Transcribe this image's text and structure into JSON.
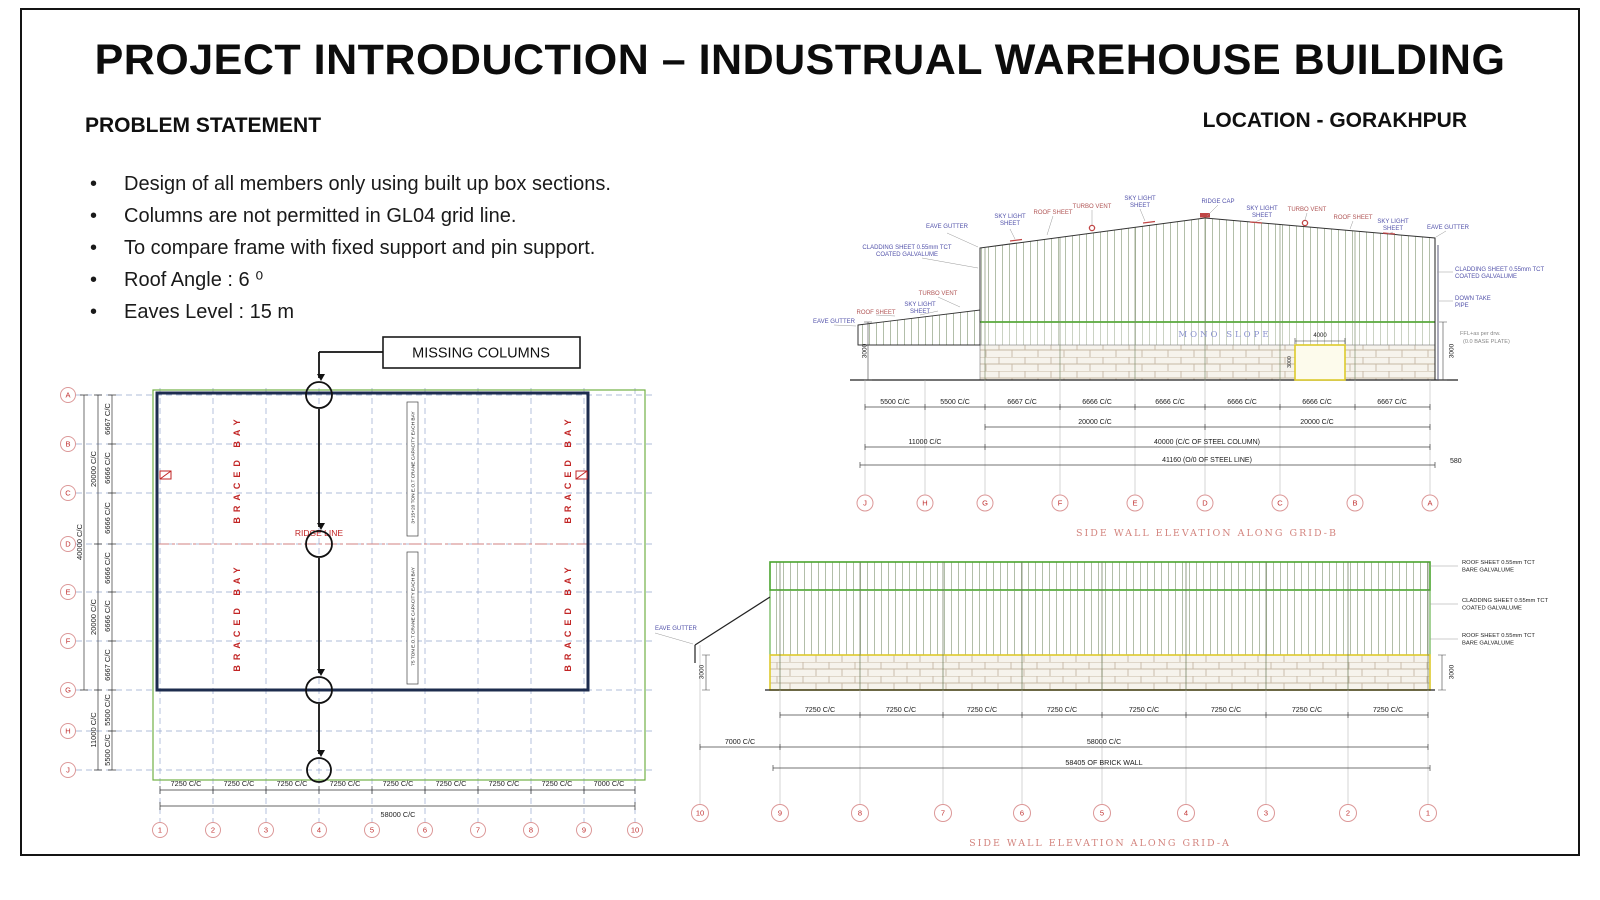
{
  "slide": {
    "title": "PROJECT INTRODUCTION – INDUSTRUAL WAREHOUSE BUILDING",
    "problem_heading": "PROBLEM STATEMENT",
    "location": "LOCATION - GORAKHPUR",
    "bullets": [
      "Design of all members only using built up box sections.",
      "Columns are not permitted in GL04 grid line.",
      "To compare frame with fixed support and pin support.",
      "Roof Angle : 6 ⁰",
      "Eaves Level : 15 m"
    ],
    "missing_columns": "MISSING COLUMNS"
  },
  "plan": {
    "rows": [
      "A",
      "B",
      "C",
      "D",
      "E",
      "F",
      "G",
      "H",
      "J"
    ],
    "cols": [
      "1",
      "2",
      "3",
      "4",
      "5",
      "6",
      "7",
      "8",
      "9",
      "10"
    ],
    "row_dims": [
      "6667 C/C",
      "6666 C/C",
      "6666 C/C",
      "6666 C/C",
      "6666 C/C",
      "6667 C/C",
      "5500 C/C",
      "5500 C/C"
    ],
    "dim_20000_a": "20000 C/C",
    "dim_20000_b": "20000 C/C",
    "dim_40000": "40000 C/C",
    "dim_11000": "11000 C/C",
    "col_dims": [
      "7250 C/C",
      "7250 C/C",
      "7250 C/C",
      "7250 C/C",
      "7250 C/C",
      "7250 C/C",
      "7250 C/C",
      "7250 C/C",
      "7000 C/C"
    ],
    "dim_total": "58000 C/C",
    "braced_bay": "BRACED BAY",
    "ridge_line": "RIDGE LINE",
    "crane_top": "3+15+20 TON E.O.T CRANE CAPACITY EACH BAY",
    "crane_bottom": "75 TON E.O.T CRANE CAPACITY EACH BAY"
  },
  "elev_b": {
    "caption": "SIDE WALL ELEVATION ALONG GRID-B",
    "grids": [
      "J",
      "H",
      "G",
      "F",
      "E",
      "D",
      "C",
      "B",
      "A"
    ],
    "span_dims": [
      "5500 C/C",
      "5500 C/C",
      "6667 C/C",
      "6666 C/C",
      "6666 C/C",
      "6666 C/C",
      "6666 C/C",
      "6667 C/C"
    ],
    "dim_20000_left": "20000 C/C",
    "dim_20000_right": "20000 C/C",
    "dim_11000": "11000 C/C",
    "dim_40000": "40000 (C/C OF STEEL COLUMN)",
    "dim_41160": "41160 (O/0 OF STEEL LINE)",
    "dim_580": "580",
    "dim_3000": "3000",
    "dim_4000": "4000",
    "mono_slope": "MONO SLOPE",
    "eave_gutter": "EAVE GUTTER",
    "sky_light_l1": "SKY LIGHT",
    "sky_light_l2": "SHEET",
    "roof_sheet": "ROOF SHEET",
    "turbo_vent": "TURBO VENT",
    "ridge_cap": "RIDGE CAP",
    "cladding_l1": "CLADDING SHEET 0.55mm TCT",
    "cladding_l2": "COATED GALVALUME",
    "down_take_l1": "DOWN TAKE",
    "down_take_l2": "PIPE",
    "ffl_l1": "FFL+as per drw.",
    "ffl_l2": "(0.0 BASE PLATE)"
  },
  "elev_a": {
    "caption": "SIDE WALL ELEVATION ALONG GRID-A",
    "grids": [
      "10",
      "9",
      "8",
      "7",
      "6",
      "5",
      "4",
      "3",
      "2",
      "1"
    ],
    "dim_7250": "7250 C/C",
    "dim_7000": "7000 C/C",
    "dim_total": "58000 C/C",
    "brick_total": "58405 OF BRICK WALL",
    "dim_3000": "3000",
    "eave_gutter": "EAVE GUTTER",
    "roof_sheet_l1": "ROOF SHEET 0.55mm TCT",
    "roof_sheet_l2": "BARE GALVALUME",
    "cladding_l1": "CLADDING SHEET 0.55mm TCT",
    "cladding_l2": "COATED GALVALUME"
  }
}
